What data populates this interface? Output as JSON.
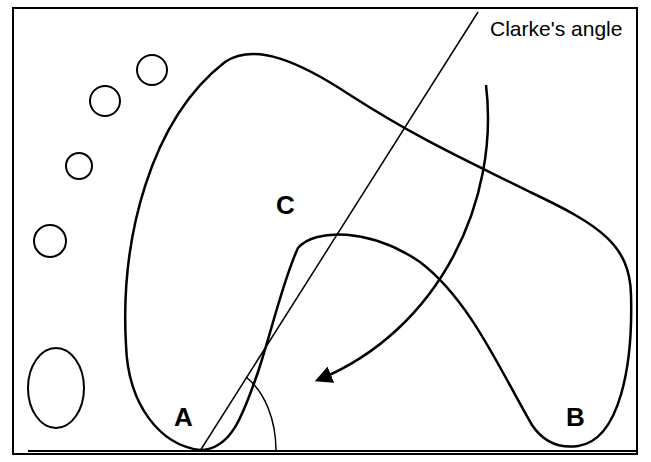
{
  "diagram": {
    "labels": [
      "Clarke's angle",
      "C",
      "A",
      "B"
    ]
  }
}
